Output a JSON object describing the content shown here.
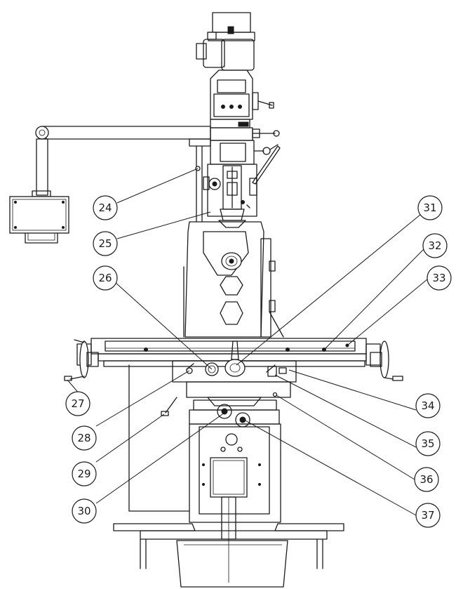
{
  "callouts": [
    {
      "id": "24",
      "label": "24"
    },
    {
      "id": "25",
      "label": "25"
    },
    {
      "id": "26",
      "label": "26"
    },
    {
      "id": "27",
      "label": "27"
    },
    {
      "id": "28",
      "label": "28"
    },
    {
      "id": "29",
      "label": "29"
    },
    {
      "id": "30",
      "label": "30"
    },
    {
      "id": "31",
      "label": "31"
    },
    {
      "id": "32",
      "label": "32"
    },
    {
      "id": "33",
      "label": "33"
    },
    {
      "id": "34",
      "label": "34"
    },
    {
      "id": "35",
      "label": "35"
    },
    {
      "id": "36",
      "label": "36"
    },
    {
      "id": "37",
      "label": "37"
    }
  ],
  "colors": {
    "ink": "#1a1a1a",
    "background": "#ffffff"
  }
}
